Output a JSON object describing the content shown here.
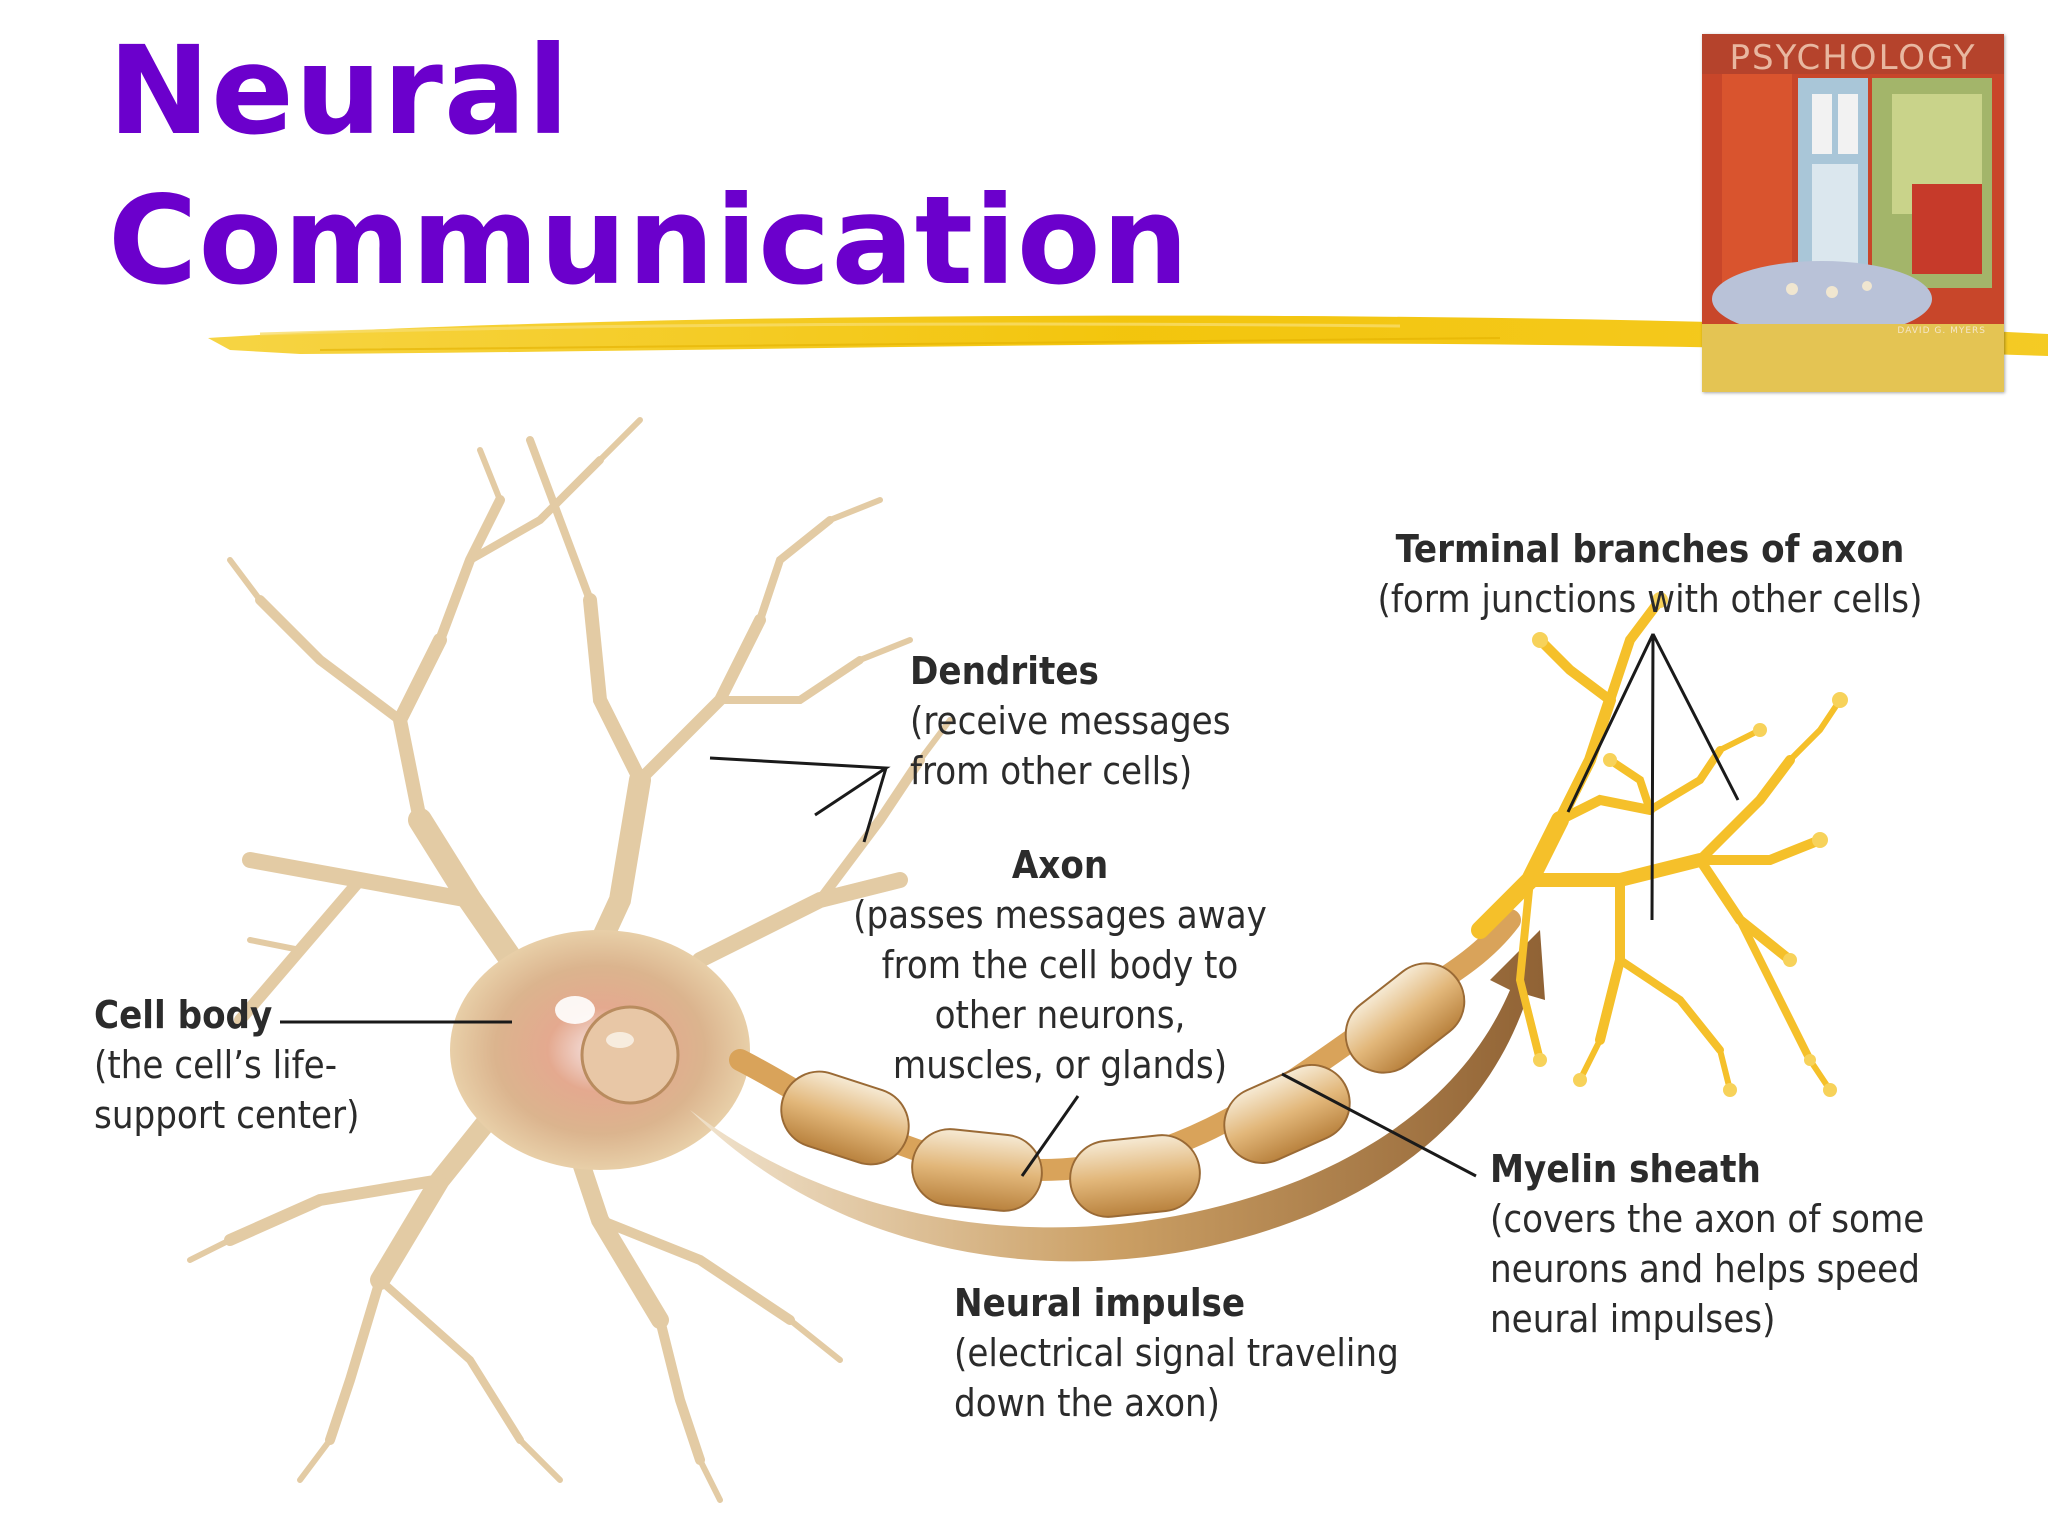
{
  "slide": {
    "title_line1": "Neural",
    "title_line2": "Communication"
  },
  "book_cover": {
    "title": "PSYCHOLOGY",
    "author": "DAVID G. MYERS"
  },
  "labels": {
    "cell_body": {
      "title": "Cell body",
      "desc": "(the cell’s life-\nsupport center)"
    },
    "dendrites": {
      "title": "Dendrites",
      "desc": "(receive messages\nfrom other cells)"
    },
    "axon": {
      "title": "Axon",
      "desc": "(passes messages away\nfrom the cell body to\nother neurons,\nmuscles, or glands)"
    },
    "terminal": {
      "title": "Terminal branches of axon",
      "desc": "(form junctions with other cells)"
    },
    "myelin": {
      "title": "Myelin sheath",
      "desc": "(covers the axon of some\nneurons and helps speed\nneural impulses)"
    },
    "impulse": {
      "title": "Neural impulse",
      "desc": "(electrical signal traveling\ndown the axon)"
    }
  },
  "colors": {
    "title": "#6b00cc",
    "highlighter": "#f2c200",
    "dendrite": "#e6cfa8",
    "axon_sheath": "#d9a35a",
    "terminal": "#f5c02a",
    "impulse_arrow": "#9b6a33"
  }
}
